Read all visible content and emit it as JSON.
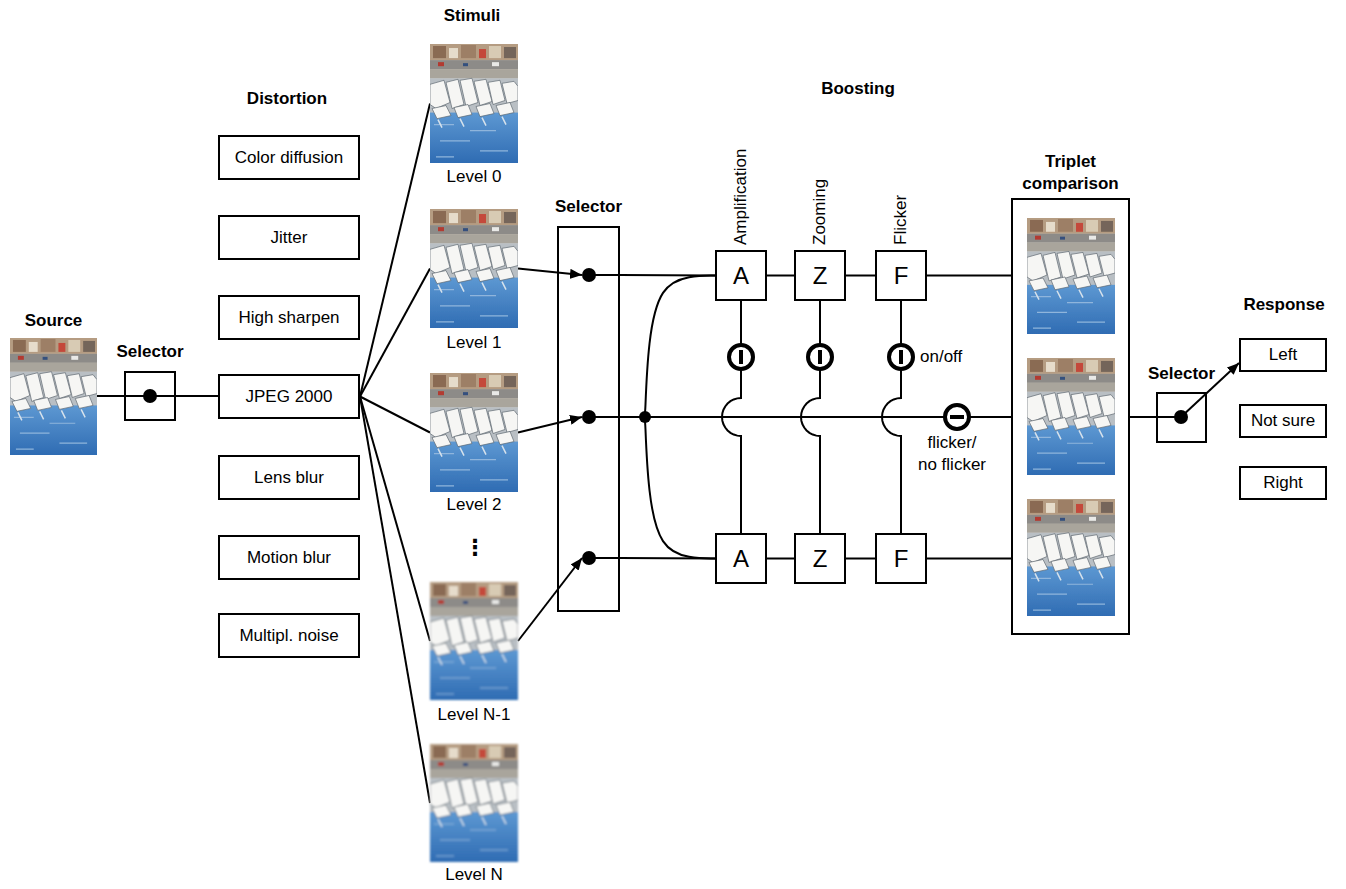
{
  "diagram": {
    "nodes": [
      {
        "text": [
          "Source"
        ]
      },
      {
        "text": [
          "Selector"
        ]
      },
      {
        "text": [
          "Color diffusion"
        ]
      },
      {
        "text": [
          "Jitter"
        ]
      },
      {
        "text": [
          "High sharpen"
        ]
      },
      {
        "text": [
          "JPEG 2000"
        ]
      },
      {
        "text": [
          "Lens blur"
        ]
      },
      {
        "text": [
          "Motion blur"
        ]
      },
      {
        "text": [
          "Multipl. noise"
        ]
      },
      {
        "text": [
          "Level 0"
        ]
      },
      {
        "text": [
          "Level 1"
        ]
      },
      {
        "text": [
          "Level 2"
        ]
      },
      {
        "text": [
          "Level N-1"
        ]
      },
      {
        "text": [
          "Level N"
        ]
      },
      {
        "text": [
          "Selector"
        ]
      },
      {
        "text": [
          "Amplification",
          "A"
        ]
      },
      {
        "text": [
          "Zooming",
          "Z"
        ]
      },
      {
        "text": [
          "Flicker",
          "F"
        ]
      },
      {
        "text": [
          "A"
        ]
      },
      {
        "text": [
          "Z"
        ]
      },
      {
        "text": [
          "F"
        ]
      },
      {
        "text": [
          "Triplet comparison"
        ]
      },
      {
        "text": [
          "Selector"
        ]
      },
      {
        "text": [
          "Left"
        ]
      },
      {
        "text": [
          "Not sure"
        ]
      },
      {
        "text": [
          "Right"
        ]
      }
    ],
    "edges": [
      {
        "from": 0,
        "to": 1,
        "arrow": "none"
      },
      {
        "from": 1,
        "to": 5,
        "arrow": "none"
      },
      {
        "from": 5,
        "to": 9,
        "arrow": "none"
      },
      {
        "from": 5,
        "to": 10,
        "arrow": "none"
      },
      {
        "from": 5,
        "to": 11,
        "arrow": "none"
      },
      {
        "from": 5,
        "to": 12,
        "arrow": "none"
      },
      {
        "from": 5,
        "to": 13,
        "arrow": "none"
      },
      {
        "from": 10,
        "to": 14,
        "arrow": "to"
      },
      {
        "from": 11,
        "to": 14,
        "arrow": "to"
      },
      {
        "from": 12,
        "to": 14,
        "arrow": "to"
      },
      {
        "from": 14,
        "to": 15,
        "arrow": "none"
      },
      {
        "from": 14,
        "to": 15,
        "arrow": "none"
      },
      {
        "from": 14,
        "to": 21,
        "label": "flicker/ no flicker",
        "arrow": "none"
      },
      {
        "from": 14,
        "to": 18,
        "arrow": "none"
      },
      {
        "from": 14,
        "to": 18,
        "arrow": "none"
      },
      {
        "from": 15,
        "to": 16,
        "arrow": "none"
      },
      {
        "from": 16,
        "to": 17,
        "arrow": "none"
      },
      {
        "from": 18,
        "to": 19,
        "arrow": "none"
      },
      {
        "from": 19,
        "to": 20,
        "arrow": "none"
      },
      {
        "from": 17,
        "to": 21,
        "arrow": "none"
      },
      {
        "from": 20,
        "to": 21,
        "arrow": "none"
      },
      {
        "from": 15,
        "to": 18,
        "arrow": "none"
      },
      {
        "from": 16,
        "to": 19,
        "arrow": "none"
      },
      {
        "from": 17,
        "to": 20,
        "arrow": "none"
      },
      {
        "from": 21,
        "to": 22,
        "arrow": "none"
      },
      {
        "from": 22,
        "to": 23,
        "arrow": "to"
      }
    ],
    "labels": [
      "Stimuli",
      "Distortion",
      "Boosting",
      "⋮",
      "on/off",
      "Response"
    ]
  }
}
